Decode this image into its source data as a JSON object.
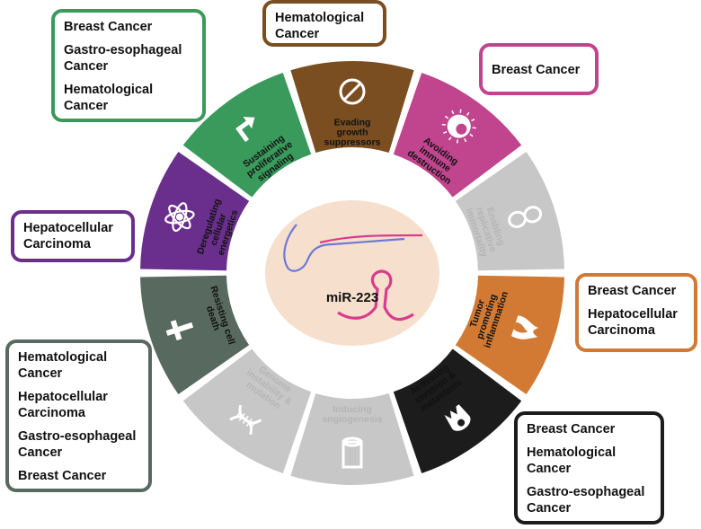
{
  "center": {
    "label": "miR-223"
  },
  "colors": {
    "green": "#3a9a5c",
    "brown": "#7a4e21",
    "magenta": "#c0458e",
    "gray": "#c7c7c7",
    "orange": "#d27a33",
    "black": "#1c1c1c",
    "slate": "#58695f",
    "purple": "#6a2f8c",
    "center_fill": "#f6dfcc",
    "rna_blue": "#6c79d6",
    "rna_pink": "#d83c8c"
  },
  "hallmarks": [
    {
      "id": "evading",
      "lines": [
        "Evading",
        "growth",
        "suppressors"
      ],
      "icon": "no-entry-icon",
      "color": "#7a4e21",
      "text": "#111111"
    },
    {
      "id": "immune",
      "lines": [
        "Avoiding",
        "immune",
        "destruction"
      ],
      "icon": "immune-cell-icon",
      "color": "#c0458e",
      "text": "#111111"
    },
    {
      "id": "immortality",
      "lines": [
        "Enabling",
        "replicative",
        "immortality"
      ],
      "icon": "infinity-icon",
      "color": "#c7c7c7",
      "text": "#b5b5b5"
    },
    {
      "id": "inflammation",
      "lines": [
        "Tumor",
        "promoting",
        "inflammation"
      ],
      "icon": "flame-icon",
      "color": "#d27a33",
      "text": "#111111"
    },
    {
      "id": "invasion",
      "lines": [
        "Activating",
        "invasion &",
        "metastasis"
      ],
      "icon": "metastasis-icon",
      "color": "#1c1c1c",
      "text": "#111111"
    },
    {
      "id": "angiogenesis",
      "lines": [
        "Inducing",
        "angiogenesis"
      ],
      "icon": "vessel-icon",
      "color": "#c7c7c7",
      "text": "#b5b5b5"
    },
    {
      "id": "genome",
      "lines": [
        "Genome",
        "instability &",
        "mutation"
      ],
      "icon": "dna-icon",
      "color": "#c7c7c7",
      "text": "#b5b5b5"
    },
    {
      "id": "death",
      "lines": [
        "Resisting cell",
        "death"
      ],
      "icon": "cross-icon",
      "color": "#58695f",
      "text": "#111111"
    },
    {
      "id": "energetics",
      "lines": [
        "Deregulating",
        "cellular",
        "energetics"
      ],
      "icon": "atom-icon",
      "color": "#6a2f8c",
      "text": "#111111"
    },
    {
      "id": "proliferative",
      "lines": [
        "Sustaining",
        "proliferative",
        "signaling"
      ],
      "icon": "arrow-icon",
      "color": "#3a9a5c",
      "text": "#111111"
    }
  ],
  "boxes": {
    "proliferative": [
      "Breast Cancer",
      "Gastro-esophageal Cancer",
      "Hematological Cancer"
    ],
    "evading": [
      "Hematological Cancer"
    ],
    "immune": [
      "Breast Cancer"
    ],
    "energetics": [
      "Hepatocellular Carcinoma"
    ],
    "inflammation": [
      "Breast Cancer",
      "Hepatocellular Carcinoma"
    ],
    "death": [
      "Hematological Cancer",
      "Hepatocellular Carcinoma",
      "Gastro-esophageal Cancer",
      "Breast Cancer"
    ],
    "invasion": [
      "Breast Cancer",
      "Hematological Cancer",
      "Gastro-esophageal Cancer"
    ]
  }
}
